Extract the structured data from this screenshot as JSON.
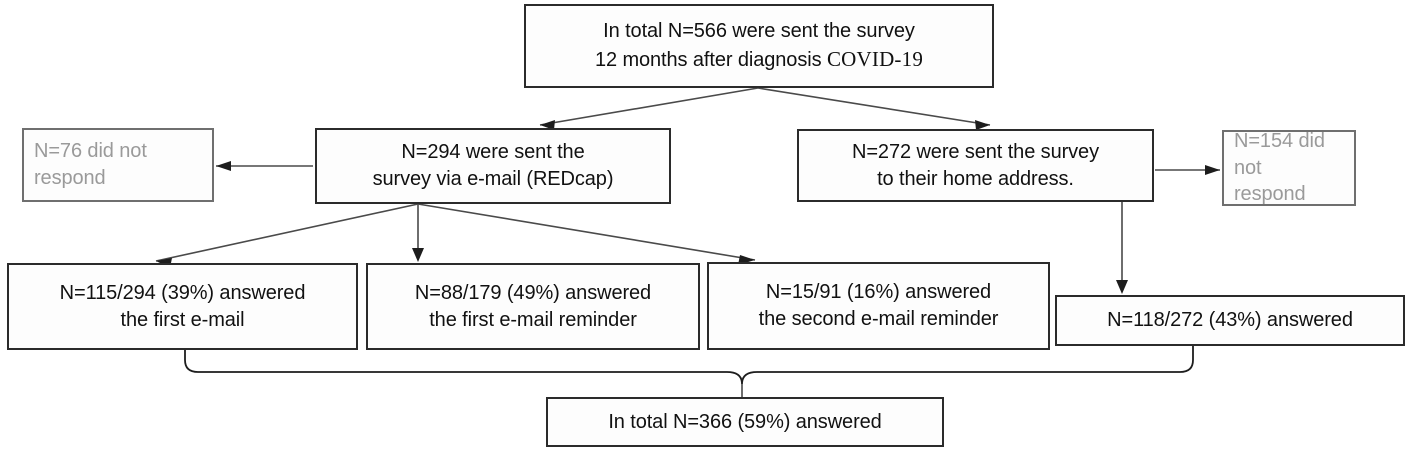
{
  "diagram": {
    "title": "Survey response flow diagram",
    "accent": "#1d1d1d",
    "muted_color": "#9a9a9a",
    "nodes": {
      "total_sent": {
        "line1": "In total N=566 were sent the survey",
        "line2": "12 months after diagnosis ",
        "line2_serif": "COVID-19"
      },
      "email_sent": {
        "line1": "N=294 were sent the",
        "line2": "survey via e-mail (REDcap)"
      },
      "postal_sent": {
        "line1": "N=272 were sent the survey",
        "line2": "to their home address."
      },
      "email_nonresponse": {
        "line1": "N=76 did not",
        "line2": "respond"
      },
      "postal_nonresponse": {
        "line1": "N=154 did not",
        "line2": "respond"
      },
      "first_email": {
        "line1": "N=115/294 (39%) answered",
        "line2": "the first e-mail"
      },
      "first_reminder": {
        "line1": "N=88/179 (49%) answered",
        "line2": "the first e-mail reminder"
      },
      "second_reminder": {
        "line1": "N=15/91 (16%) answered",
        "line2": "the second e-mail reminder"
      },
      "postal_answered": {
        "line1": "N=118/272 (43%) answered"
      },
      "grand_total": {
        "line1": "In total N=366 (59%) answered"
      }
    }
  },
  "chart_data": {
    "type": "diagram",
    "title": "Survey response flow diagram",
    "nodes": [
      {
        "id": "total_sent",
        "label": "In total N=566 were sent the survey 12 months after diagnosis COVID-19",
        "n": 566
      },
      {
        "id": "email_sent",
        "label": "N=294 were sent the survey via e-mail (REDcap)",
        "n": 294
      },
      {
        "id": "postal_sent",
        "label": "N=272 were sent the survey to their home address.",
        "n": 272
      },
      {
        "id": "email_nonresponse",
        "label": "N=76 did not respond",
        "n": 76
      },
      {
        "id": "postal_nonresponse",
        "label": "N=154 did not respond",
        "n": 154
      },
      {
        "id": "first_email",
        "label": "N=115/294 (39%) answered the first e-mail",
        "n": 115,
        "denominator": 294,
        "percent": 39
      },
      {
        "id": "first_reminder",
        "label": "N=88/179 (49%) answered the first e-mail reminder",
        "n": 88,
        "denominator": 179,
        "percent": 49
      },
      {
        "id": "second_reminder",
        "label": "N=15/91 (16%) answered the second e-mail reminder",
        "n": 15,
        "denominator": 91,
        "percent": 16
      },
      {
        "id": "postal_answered",
        "label": "N=118/272 (43%) answered",
        "n": 118,
        "denominator": 272,
        "percent": 43
      },
      {
        "id": "grand_total",
        "label": "In total N=366 (59%) answered",
        "n": 366,
        "percent": 59
      }
    ],
    "edges": [
      {
        "from": "total_sent",
        "to": "email_sent"
      },
      {
        "from": "total_sent",
        "to": "postal_sent"
      },
      {
        "from": "email_sent",
        "to": "email_nonresponse"
      },
      {
        "from": "postal_sent",
        "to": "postal_nonresponse"
      },
      {
        "from": "email_sent",
        "to": "first_email"
      },
      {
        "from": "email_sent",
        "to": "first_reminder"
      },
      {
        "from": "email_sent",
        "to": "second_reminder"
      },
      {
        "from": "postal_sent",
        "to": "postal_answered"
      },
      {
        "from": "first_email",
        "to": "grand_total"
      },
      {
        "from": "first_reminder",
        "to": "grand_total"
      },
      {
        "from": "second_reminder",
        "to": "grand_total"
      },
      {
        "from": "postal_answered",
        "to": "grand_total"
      }
    ]
  }
}
